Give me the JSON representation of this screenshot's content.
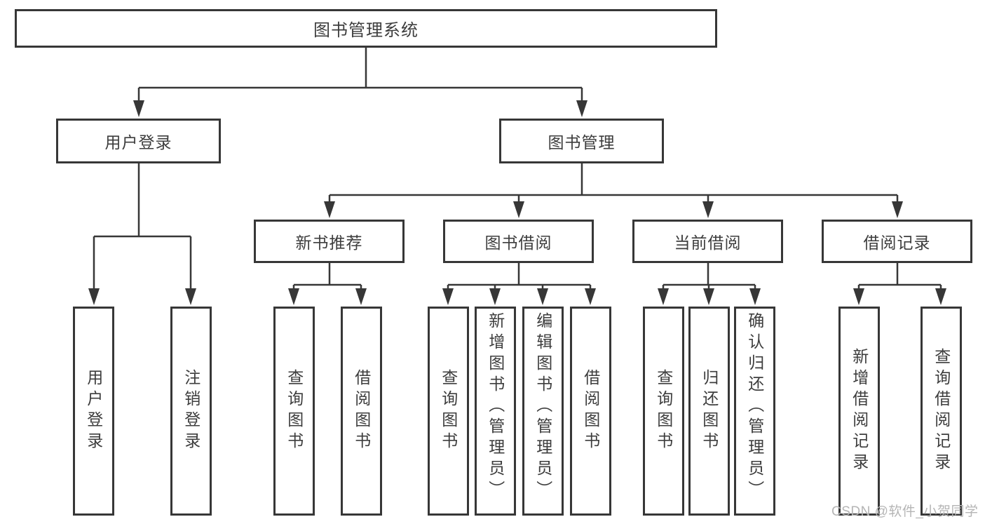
{
  "diagram_title": "图书管理系统",
  "colors": {
    "line": "#373737",
    "text": "#3d3d3d",
    "background": "#ffffff",
    "watermark": "#b5b5b5"
  },
  "tree": {
    "root": "图书管理系统",
    "user_login": {
      "label": "用户登录",
      "children": [
        "用户登录",
        "注销登录"
      ]
    },
    "book_mgmt": {
      "label": "图书管理",
      "children": [
        {
          "label": "新书推荐",
          "children": [
            "查询图书",
            "借阅图书"
          ]
        },
        {
          "label": "图书借阅",
          "children": [
            "查询图书",
            "新增图书（管理员）",
            "编辑图书（管理员）",
            "借阅图书"
          ]
        },
        {
          "label": "当前借阅",
          "children": [
            "查询图书",
            "归还图书",
            "确认归还（管理员）"
          ]
        },
        {
          "label": "借阅记录",
          "children": [
            "新增借阅记录",
            "查询借阅记录"
          ]
        }
      ]
    }
  },
  "watermark": "CSDN @软件_小贺同学"
}
